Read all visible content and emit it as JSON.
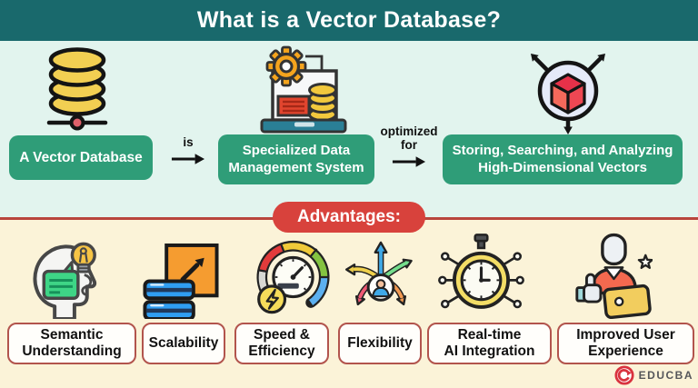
{
  "header": {
    "title": "What is a Vector Database?"
  },
  "definition": {
    "node1": {
      "label": "A Vector Database",
      "icon": "database-network-icon"
    },
    "connector1": {
      "label": "is"
    },
    "node2": {
      "label": "Specialized Data\nManagement System",
      "icon": "laptop-gear-database-icon"
    },
    "connector2": {
      "label": "optimized for"
    },
    "node3": {
      "label": "Storing, Searching, and Analyzing\nHigh-Dimensional Vectors",
      "icon": "vector-cube-sphere-icon"
    }
  },
  "advantages": {
    "heading": "Advantages:",
    "items": [
      {
        "label": "Semantic\nUnderstanding",
        "icon": "semantic-understanding-icon"
      },
      {
        "label": "Scalability",
        "icon": "scalability-icon"
      },
      {
        "label": "Speed &\nEfficiency",
        "icon": "speed-efficiency-icon"
      },
      {
        "label": "Flexibility",
        "icon": "flexibility-icon"
      },
      {
        "label": "Real-time\nAI Integration",
        "icon": "realtime-ai-integration-icon"
      },
      {
        "label": "Improved User\nExperience",
        "icon": "improved-user-experience-icon"
      }
    ]
  },
  "branding": {
    "logo_text": "EDUCBA"
  },
  "colors": {
    "header_bg": "#19696c",
    "definition_bg": "#e2f4ee",
    "advantages_bg": "#fbf3d8",
    "definition_box_green": "#2f9d78",
    "accent_red": "#d8423c",
    "divider_red": "#b8443c",
    "advantage_box_border": "#b2544d"
  }
}
